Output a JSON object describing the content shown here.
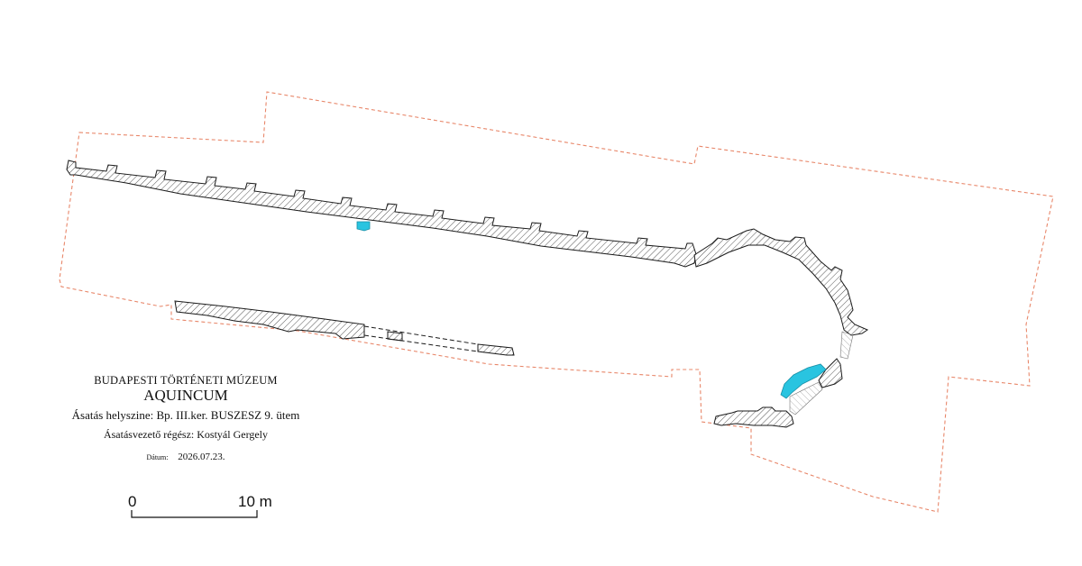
{
  "title_block": {
    "museum": "BUDAPESTI TÖRTÉNETI MÚZEUM",
    "site": "AQUINCUM",
    "location": "Ásatás helyszine: Bp. III.ker. BUSZESZ 9. ütem",
    "archaeologist": "Ásatásvezető régész: Kostyál Gergely",
    "date_label": "Dátum:",
    "date_value": "2026.07.23."
  },
  "scale_bar": {
    "start_label": "0",
    "end_label": "10 m"
  },
  "colors": {
    "excavation_boundary": "#e8876a",
    "wall_outline": "#1a1a1a",
    "wall_hatch": "#555555",
    "feature_fill": "#29c4e0",
    "background": "#ffffff"
  }
}
